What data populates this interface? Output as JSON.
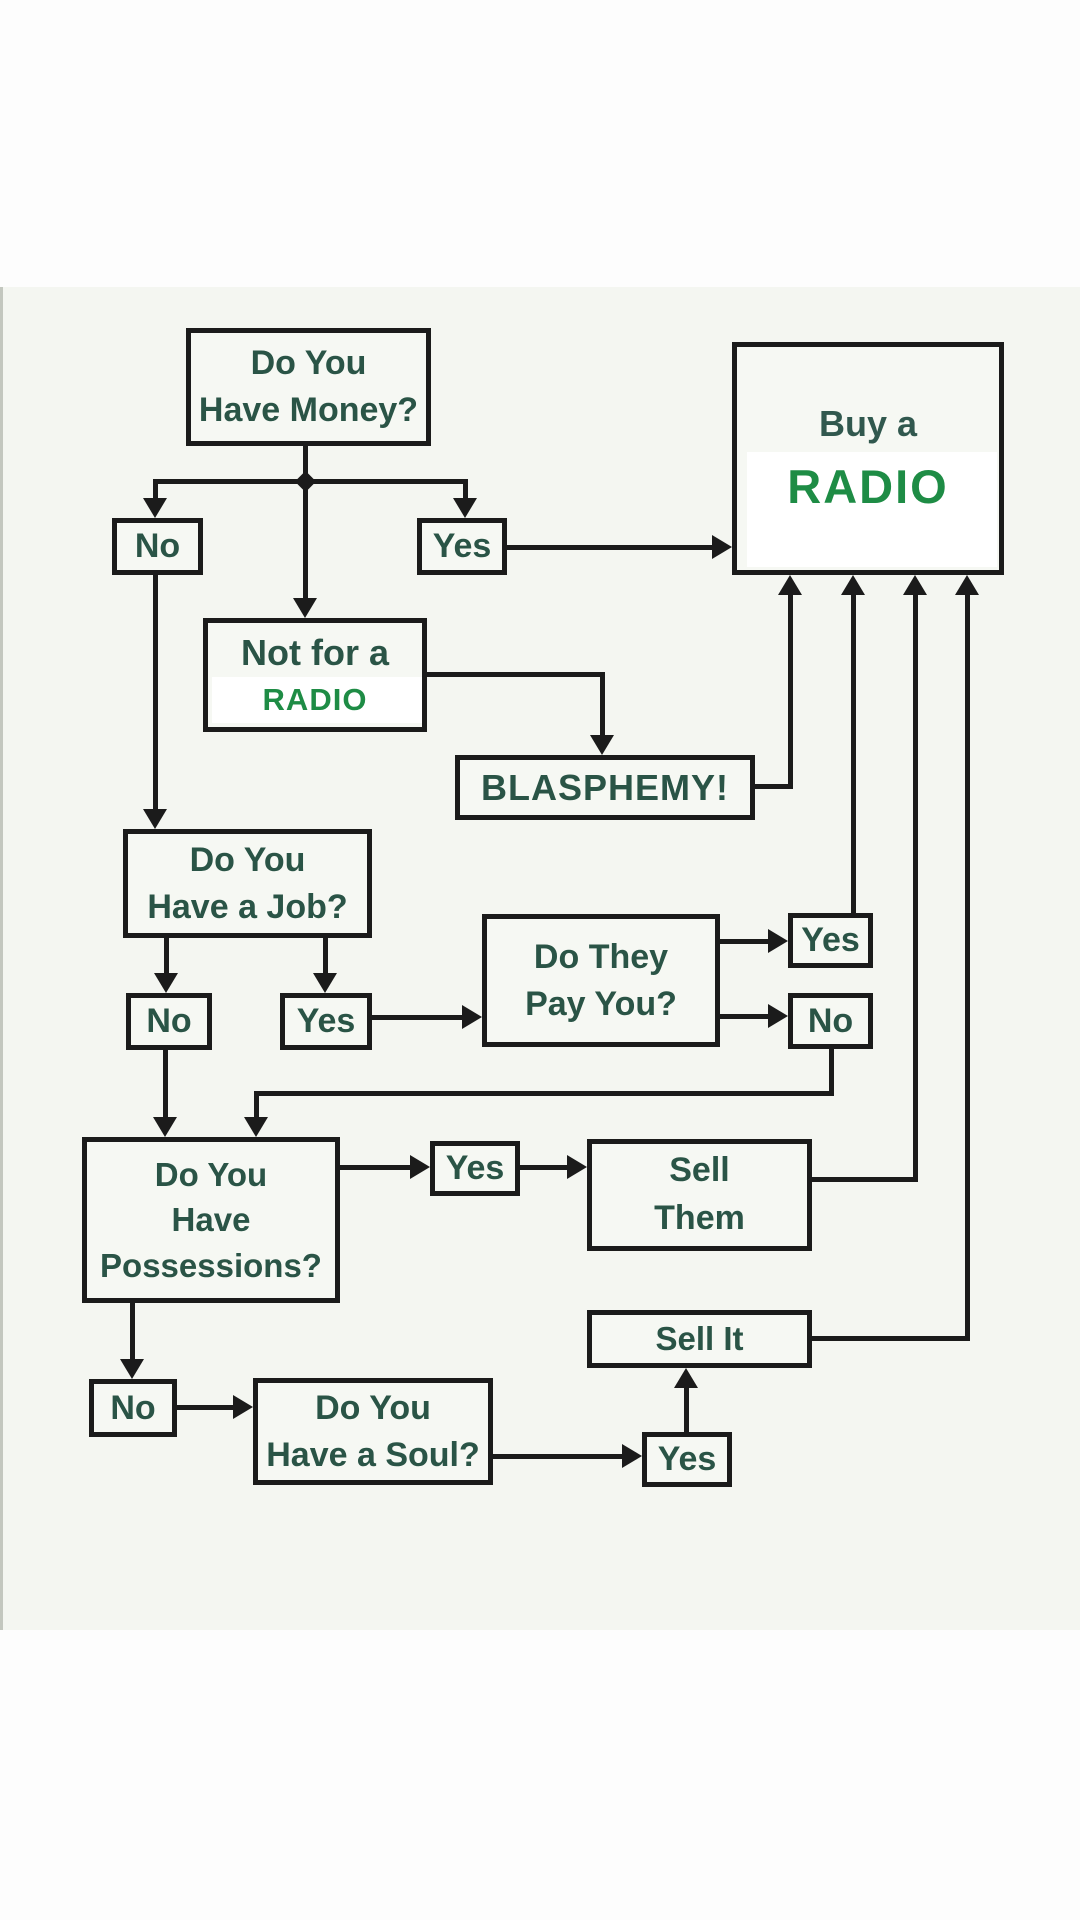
{
  "palette": {
    "line_color": "#1b1b1b",
    "text_dark_green": "#2a5446",
    "radio_green": "#1e8c45",
    "canvas": "#fdfdfd",
    "band_background": "#f4f6f1",
    "box_background": "#f6f8f3"
  },
  "nodes": {
    "money": {
      "label": "Do You\nHave Money?"
    },
    "buy_radio": {
      "line1": "Buy a",
      "line2": "RADIO"
    },
    "money_no": {
      "label": "No"
    },
    "money_yes": {
      "label": "Yes"
    },
    "not_for": {
      "line1": "Not for a",
      "line2": "RADIO"
    },
    "blasphemy": {
      "label": "BLASPHEMY!"
    },
    "job": {
      "label": "Do You\nHave a Job?"
    },
    "job_no": {
      "label": "No"
    },
    "job_yes": {
      "label": "Yes"
    },
    "pay": {
      "label": "Do They\nPay You?"
    },
    "pay_yes": {
      "label": "Yes"
    },
    "pay_no": {
      "label": "No"
    },
    "possessions": {
      "label": "Do You\nHave\nPossessions?"
    },
    "poss_yes": {
      "label": "Yes"
    },
    "sell_them": {
      "label": "Sell\nThem"
    },
    "sell_it": {
      "label": "Sell It"
    },
    "poss_no": {
      "label": "No"
    },
    "soul": {
      "label": "Do You\nHave a Soul?"
    },
    "soul_yes": {
      "label": "Yes"
    }
  }
}
